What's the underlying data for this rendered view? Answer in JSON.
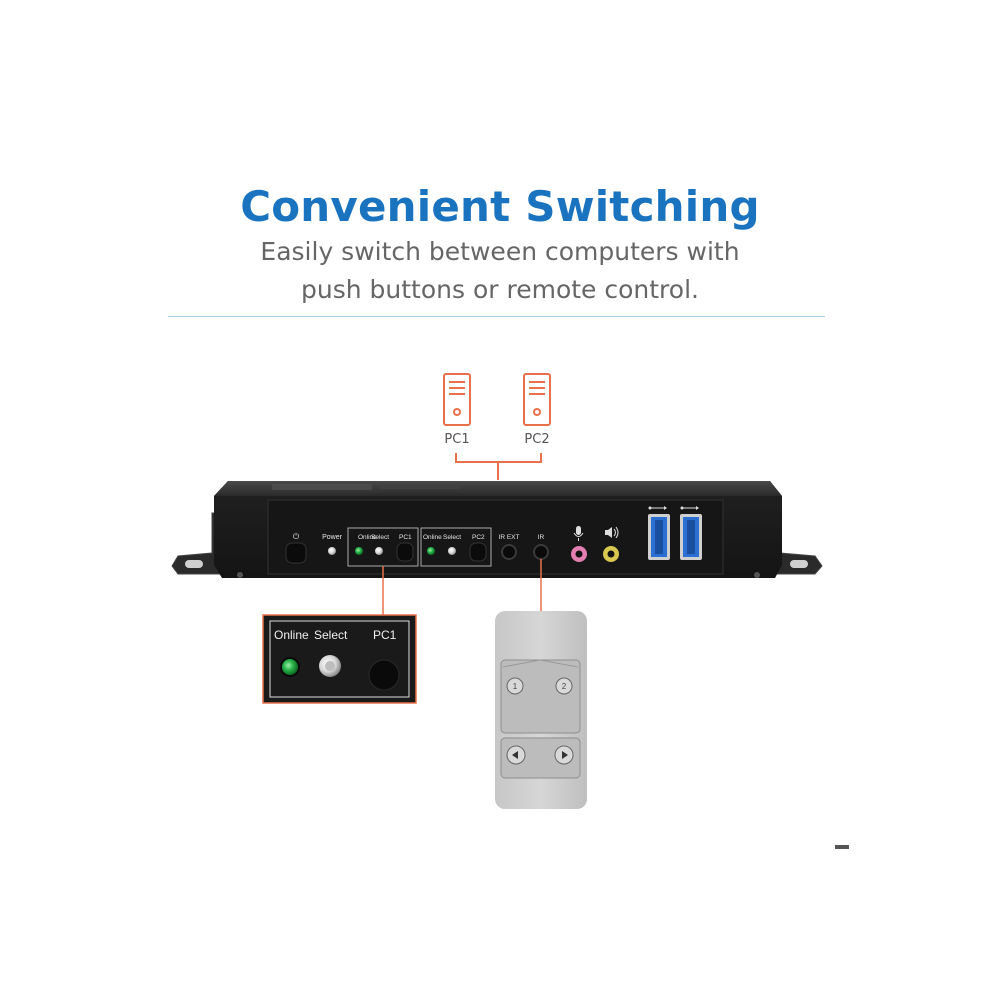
{
  "header": {
    "title": "Convenient Switching",
    "subtitle_line1": "Easily switch between computers with",
    "subtitle_line2": "push buttons or remote control."
  },
  "computers": [
    {
      "label": "PC1",
      "icon": "computer-tower-icon"
    },
    {
      "label": "PC2",
      "icon": "computer-tower-icon"
    }
  ],
  "front_panel": {
    "power_label": "Power",
    "group1": {
      "online": "Online",
      "select": "Select",
      "pc": "PC1"
    },
    "group2": {
      "online": "Online",
      "select": "Select",
      "pc": "PC2"
    },
    "ir_ext_label": "IR EXT",
    "ir_label": "IR",
    "mic_icon": "microphone-icon",
    "speaker_icon": "speaker-icon",
    "usb_icons": [
      "usb-icon",
      "usb-icon"
    ]
  },
  "zoom_inset": {
    "online": "Online",
    "select": "Select",
    "pc": "PC1"
  },
  "remote": {
    "buttons": [
      "1",
      "2"
    ],
    "arrows": [
      "left-arrow-icon",
      "right-arrow-icon"
    ]
  },
  "colors": {
    "title": "#1a73bf",
    "accent_orange": "#e8704a",
    "led_green": "#2ab34a",
    "usb_blue": "#2a6fd1",
    "mic_pink": "#e27fb0",
    "audio_yellow": "#d8c850"
  }
}
